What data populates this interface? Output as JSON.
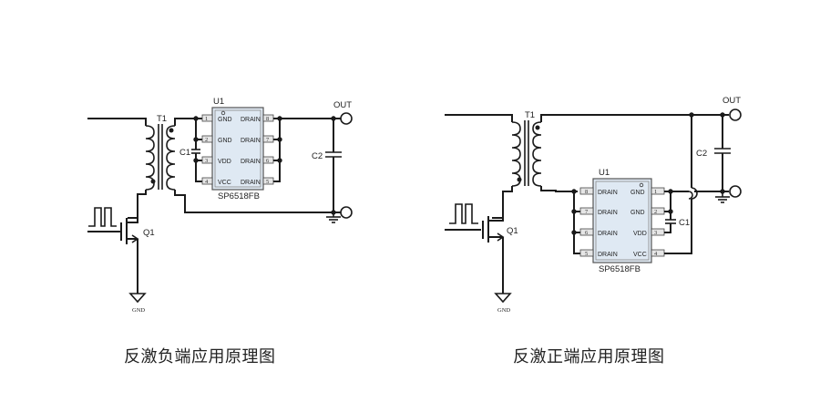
{
  "diagrams": [
    {
      "caption": "反激负端应用原理图",
      "transformer_label": "T1",
      "ic_ref": "U1",
      "ic_part": "SP6518FB",
      "c1_label": "C1",
      "c2_label": "C2",
      "q1_label": "Q1",
      "out_label": "OUT",
      "gnd_label": "GND",
      "pins_left": [
        {
          "num": "1",
          "name": "GND"
        },
        {
          "num": "2",
          "name": "GND"
        },
        {
          "num": "3",
          "name": "VDD"
        },
        {
          "num": "4",
          "name": "VCC"
        }
      ],
      "pins_right": [
        {
          "num": "8",
          "name": "DRAIN"
        },
        {
          "num": "7",
          "name": "DRAIN"
        },
        {
          "num": "6",
          "name": "DRAIN"
        },
        {
          "num": "5",
          "name": "DRAIN"
        }
      ]
    },
    {
      "caption": "反激正端应用原理图",
      "transformer_label": "T1",
      "ic_ref": "U1",
      "ic_part": "SP6518FB",
      "c1_label": "C1",
      "c2_label": "C2",
      "q1_label": "Q1",
      "out_label": "OUT",
      "gnd_label": "GND",
      "pins_left": [
        {
          "num": "8",
          "name": "DRAIN"
        },
        {
          "num": "7",
          "name": "DRAIN"
        },
        {
          "num": "6",
          "name": "DRAIN"
        },
        {
          "num": "5",
          "name": "DRAIN"
        }
      ],
      "pins_right": [
        {
          "num": "1",
          "name": "GND"
        },
        {
          "num": "2",
          "name": "GND"
        },
        {
          "num": "3",
          "name": "VDD"
        },
        {
          "num": "4",
          "name": "VCC"
        }
      ]
    }
  ]
}
